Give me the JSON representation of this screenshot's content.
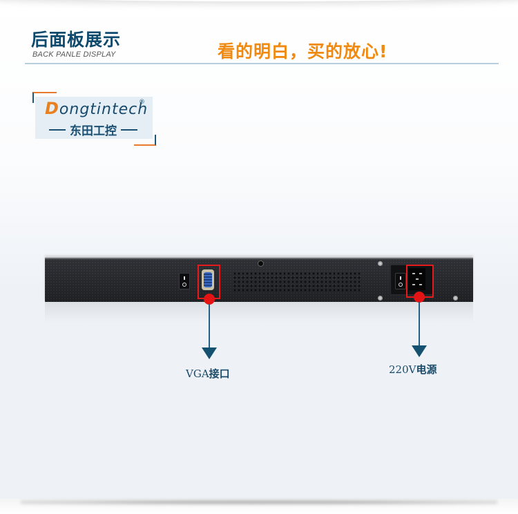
{
  "header": {
    "title_cn": "后面板展示",
    "title_en": "BACK PANLE DISPLAY",
    "slogan": "看的明白，买的放心!"
  },
  "logo": {
    "brand_initial": "D",
    "brand_rest": "ongtintech",
    "registered_mark": "®",
    "company_cn": "东田工控"
  },
  "device": {
    "callouts": [
      {
        "id": "vga",
        "label_latin": "VGA",
        "label_cn": "接口"
      },
      {
        "id": "power",
        "label_latin": "220V",
        "label_cn": "电源"
      }
    ]
  },
  "colors": {
    "title_blue": "#0e4a6e",
    "slogan_orange": "#f0890f",
    "highlight_red": "#e61c1c",
    "arrow_blue": "#14506f",
    "logo_orange": "#e8801f"
  }
}
